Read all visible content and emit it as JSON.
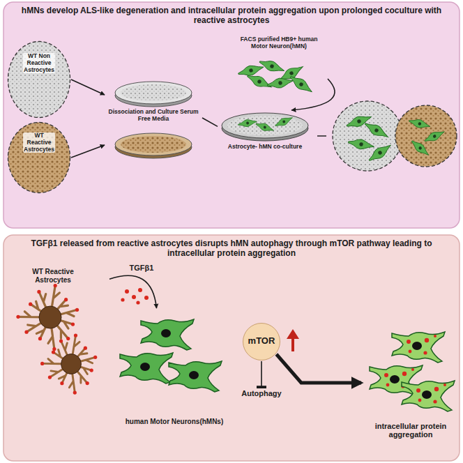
{
  "diagram": {
    "nodes": [
      {
        "text": [
          "hMNs develop ALS-like degeneration and intracellular protein aggregation upon prolonged coculture with reactive astrocytes"
        ]
      },
      {
        "text": [
          "WT Non Reactive Astrocytes"
        ],
        "in": 0
      },
      {
        "text": [
          "WT Reactive Astrocytes"
        ],
        "in": 0
      },
      {
        "text": [
          "Dissociation and Culture Serum Free Media"
        ],
        "in": 0
      },
      {
        "text": [
          "FACS purified HB9+ human Motor Neuron(hMN)"
        ],
        "in": 0
      },
      {
        "text": [
          "Astrocyte- hMN co-culture"
        ],
        "in": 0
      },
      {
        "text": [
          "TGFβ1 released from reactive astrocytes disrupts hMN autophagy through mTOR pathway leading to intracellular protein aggregation"
        ]
      },
      {
        "text": [
          "WT Reactive Astrocytes"
        ],
        "in": 6
      },
      {
        "text": [
          "human Motor Neurons(hMNs)"
        ],
        "in": 6
      },
      {
        "text": [
          "mTOR"
        ],
        "in": 6
      },
      {
        "text": [
          "Autophagy"
        ],
        "in": 6
      },
      {
        "text": [
          "intracellular protein aggregation"
        ],
        "in": 6
      }
    ],
    "edges": [
      {
        "from": 1,
        "to": 3,
        "arrow": "to"
      },
      {
        "from": 2,
        "to": 3,
        "arrow": "to"
      },
      {
        "from": 3,
        "to": 5,
        "arrow": "none"
      },
      {
        "from": 4,
        "to": 5,
        "arrow": "to"
      },
      {
        "from": 7,
        "to": 8,
        "label": "TGFβ1",
        "arrow": "to"
      },
      {
        "from": 9,
        "to": 10,
        "arrow": "to"
      },
      {
        "from": 9,
        "to": 11,
        "arrow": "to"
      }
    ]
  }
}
